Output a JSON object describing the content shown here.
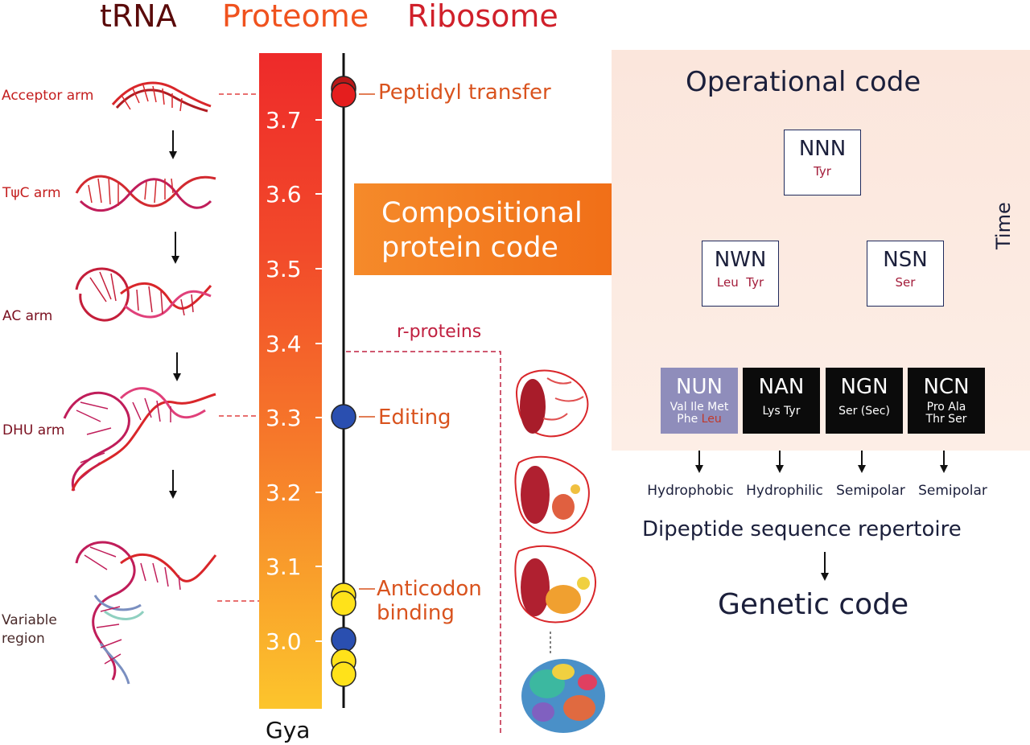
{
  "headers": {
    "trna": "tRNA",
    "proteome": "Proteome",
    "ribosome": "Ribosome"
  },
  "trna_stages": [
    {
      "label": "Acceptor arm"
    },
    {
      "label": "TψC arm"
    },
    {
      "label": "AC arm"
    },
    {
      "label": "DHU arm"
    },
    {
      "label": "Variable\nregion"
    }
  ],
  "timeline": {
    "unit": "Gya",
    "ticks": [
      "3.7",
      "3.6",
      "3.5",
      "3.4",
      "3.3",
      "3.2",
      "3.1",
      "3.0"
    ],
    "gradient_top": "#ee2a2a",
    "gradient_bottom": "#fcc52c"
  },
  "ribosome_events": [
    {
      "label": "Peptidyl transfer",
      "age": 3.74
    },
    {
      "label": "Editing",
      "age": 3.3
    },
    {
      "label": "Anticodon\nbinding",
      "age": 3.05
    }
  ],
  "r_proteins_label": "r-proteins",
  "arrow_label": "Compositional\nprotein code",
  "operational": {
    "title": "Operational code",
    "time_label": "Time",
    "root": {
      "code": "NNN",
      "aa": "Tyr"
    },
    "level2": [
      {
        "code": "NWN",
        "aa": "Leu  Tyr"
      },
      {
        "code": "NSN",
        "aa": "Ser"
      }
    ],
    "level3": [
      {
        "code": "NUN",
        "aa1": "Val Ile Met",
        "aa2a": "Phe ",
        "aa2b": "Leu",
        "property": "Hydrophobic"
      },
      {
        "code": "NAN",
        "aa1": "Lys Tyr",
        "aa2a": "",
        "aa2b": "",
        "property": "Hydrophilic"
      },
      {
        "code": "NGN",
        "aa1": "Ser (Sec)",
        "aa2a": "",
        "aa2b": "",
        "property": "Semipolar"
      },
      {
        "code": "NCN",
        "aa1": "Pro Ala",
        "aa2a": "Thr Ser",
        "aa2b": "",
        "property": "Semipolar"
      }
    ],
    "repertoire": "Dipeptide sequence repertoire",
    "result": "Genetic code"
  },
  "colors": {
    "header_dark": "#5a0a0a",
    "header_orange": "#f0521e",
    "header_red": "#d0202a",
    "event_orange": "#d9531e",
    "ball_red": "#e51e1e",
    "ball_blue": "#2a4fb0",
    "ball_yellow": "#ffe21a",
    "arrow_orange": "#f07a1c",
    "navy": "#1b1f3b"
  }
}
